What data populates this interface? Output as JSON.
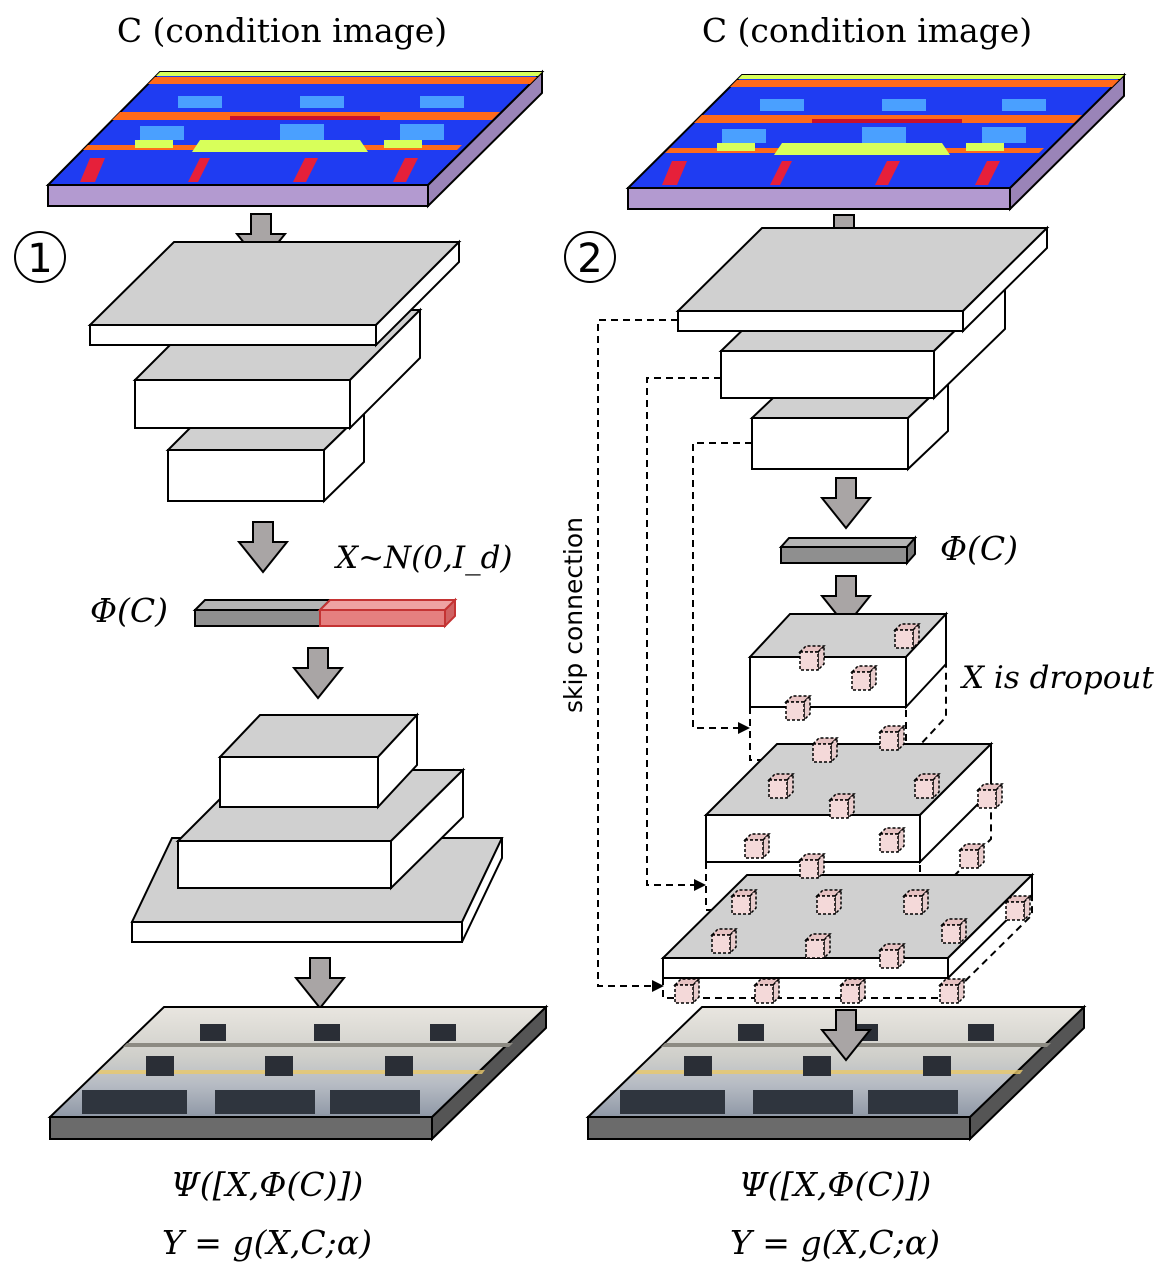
{
  "left": {
    "title": "C (condition image)",
    "step_number": "1",
    "phi_label": "Φ(C)",
    "noise_label": "X~N(0,I_d)",
    "output_label": "Ψ([X,Φ(C)])",
    "equation": "Y = g(X,C;α)"
  },
  "right": {
    "title": "C (condition image)",
    "step_number": "2",
    "phi_label": "Φ(C)",
    "dropout_label": "X is dropout",
    "skip_label": "skip connection",
    "output_label": "Ψ([X,Φ(C)])",
    "equation": "Y = g(X,C;α)"
  },
  "colors": {
    "layer_top": "#d0d0d0",
    "layer_front": "#ffffff",
    "arrow": "#a9a5a5",
    "base_purple": "#b39ad0",
    "latent_gray": "#8f8f8f",
    "noise_red": "#e57f7f",
    "dropout_pink": "#f4d9d9",
    "map_blue": "#1f3cf2",
    "map_orange": "#ff6a1a",
    "map_yellow": "#d8ff5a",
    "map_light_blue": "#4aa0ff",
    "map_red": "#e6203a"
  }
}
